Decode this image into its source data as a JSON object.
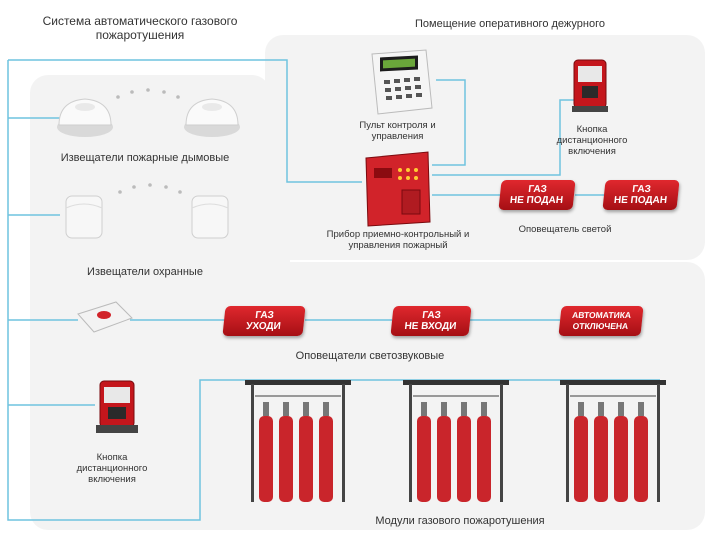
{
  "title": "Система автоматического газового пожаротушения",
  "room_title": "Помещение оперативного дежурного",
  "smoke_detectors_label": "Извещатели пожарные дымовые",
  "security_detectors_label": "Извещатели охранные",
  "control_panel_label": "Пульт контроля и управления",
  "remote_button_top_label": "Кнопка дистанционного включения",
  "fire_device_label": "Прибор приемно-контрольный и управления пожарный",
  "light_annunciator_label": "Оповещатель светой",
  "light_signs": [
    {
      "line1": "ГАЗ",
      "line2": "НЕ ПОДАН"
    },
    {
      "line1": "ГАЗ",
      "line2": "НЕ ПОДАН"
    }
  ],
  "sound_light_signs": [
    {
      "line1": "ГАЗ",
      "line2": "УХОДИ"
    },
    {
      "line1": "ГАЗ",
      "line2": "НЕ ВХОДИ"
    },
    {
      "line1": "АВТОМАТИКА",
      "line2": "ОТКЛЮЧЕНА"
    }
  ],
  "sound_light_label": "Оповещатели светозвуковые",
  "remote_button_bottom_label": "Кнопка дистанционного включения",
  "gas_modules_label": "Модули газового пожаротушения",
  "colors": {
    "accent_red": "#d42a2f",
    "wire": "#6fc3df",
    "panel": "#f3f3f3"
  }
}
